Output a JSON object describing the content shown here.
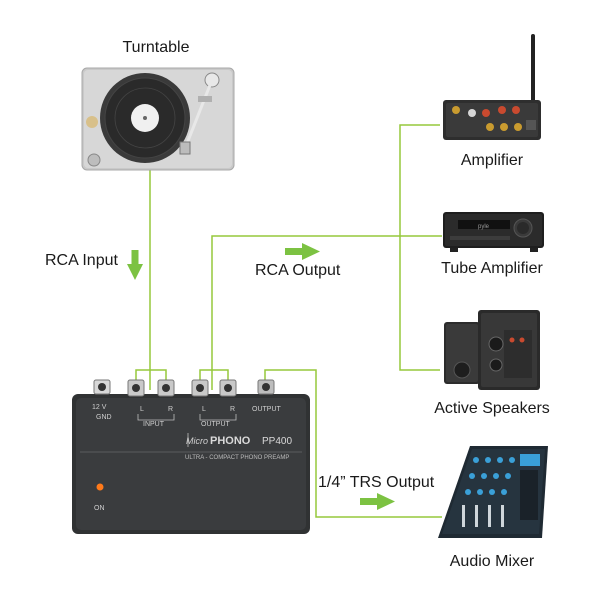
{
  "devices": {
    "turntable": "Turntable",
    "amplifier": "Amplifier",
    "tube_amplifier": "Tube Amplifier",
    "active_speakers": "Active Speakers",
    "audio_mixer": "Audio Mixer"
  },
  "connections": {
    "rca_input": "RCA Input",
    "rca_output": "RCA Output",
    "trs_output": "1/4” TRS Output"
  },
  "preamp": {
    "brand": "PHONO",
    "brand_prefix": "Micro",
    "model": "PP400",
    "subtitle": "ULTRA - COMPACT PHONO PREAMP",
    "power_label": "12 V",
    "gnd_label": "GND",
    "input_label": "INPUT",
    "output_label": "OUTPUT",
    "trs_label": "OUTPUT",
    "left_label": "L",
    "right_label": "R",
    "on_label": "ON"
  },
  "amplifier_brand": "pyle",
  "colors": {
    "line": "#96c83c",
    "arrow": "#7cc242",
    "device": "#2f3133"
  }
}
